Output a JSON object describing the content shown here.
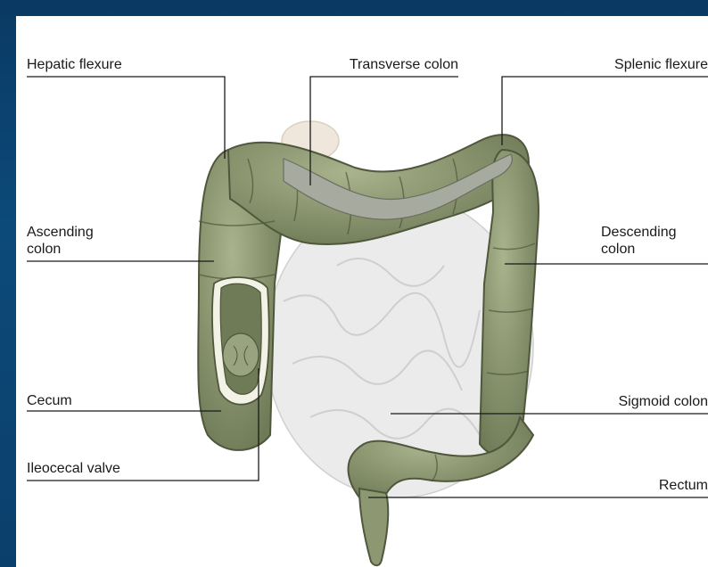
{
  "labels": {
    "hepatic_flexure": "Hepatic flexure",
    "transverse_colon": "Transverse colon",
    "splenic_flexure": "Splenic flexure",
    "ascending_colon_1": "Ascending",
    "ascending_colon_2": "colon",
    "descending_colon_1": "Descending",
    "descending_colon_2": "colon",
    "cecum": "Cecum",
    "sigmoid_colon": "Sigmoid colon",
    "ileocecal_valve": "Ileocecal valve",
    "rectum": "Rectum"
  },
  "colors": {
    "colon": "#8d9873",
    "colon_dark": "#6f7a57",
    "mucosa": "#a7ab9f",
    "intestine": "#e9e9e9",
    "background": "#0b3f6b"
  }
}
